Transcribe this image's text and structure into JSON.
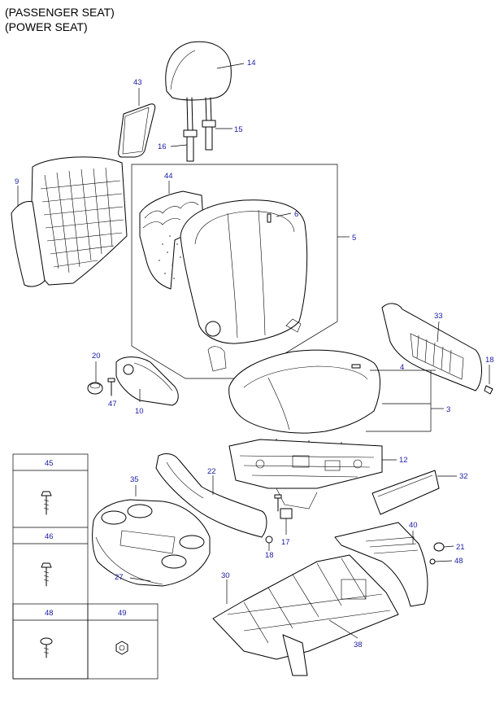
{
  "title_lines": [
    "(PASSENGER SEAT)",
    "(POWER SEAT)"
  ],
  "callouts": [
    {
      "id": "c14",
      "label": "14"
    },
    {
      "id": "c43",
      "label": "43"
    },
    {
      "id": "c15",
      "label": "15"
    },
    {
      "id": "c16",
      "label": "16"
    },
    {
      "id": "c9",
      "label": "9"
    },
    {
      "id": "c44",
      "label": "44"
    },
    {
      "id": "c6",
      "label": "6"
    },
    {
      "id": "c5",
      "label": "5"
    },
    {
      "id": "c33",
      "label": "33"
    },
    {
      "id": "c18a",
      "label": "18"
    },
    {
      "id": "c20",
      "label": "20"
    },
    {
      "id": "c4",
      "label": "4"
    },
    {
      "id": "c3",
      "label": "3"
    },
    {
      "id": "c47a",
      "label": "47"
    },
    {
      "id": "c10",
      "label": "10"
    },
    {
      "id": "c12",
      "label": "12"
    },
    {
      "id": "c35",
      "label": "35"
    },
    {
      "id": "c22",
      "label": "22"
    },
    {
      "id": "c32",
      "label": "32"
    },
    {
      "id": "c40",
      "label": "40"
    },
    {
      "id": "c21",
      "label": "21"
    },
    {
      "id": "c48a",
      "label": "48"
    },
    {
      "id": "c17",
      "label": "17"
    },
    {
      "id": "c18b",
      "label": "18"
    },
    {
      "id": "c27",
      "label": "27"
    },
    {
      "id": "c30",
      "label": "30"
    },
    {
      "id": "c38",
      "label": "38"
    }
  ],
  "fastener_table": {
    "cells": [
      {
        "label": "45"
      },
      {
        "label": "46"
      },
      {
        "label": "48"
      },
      {
        "label": "49"
      }
    ]
  }
}
